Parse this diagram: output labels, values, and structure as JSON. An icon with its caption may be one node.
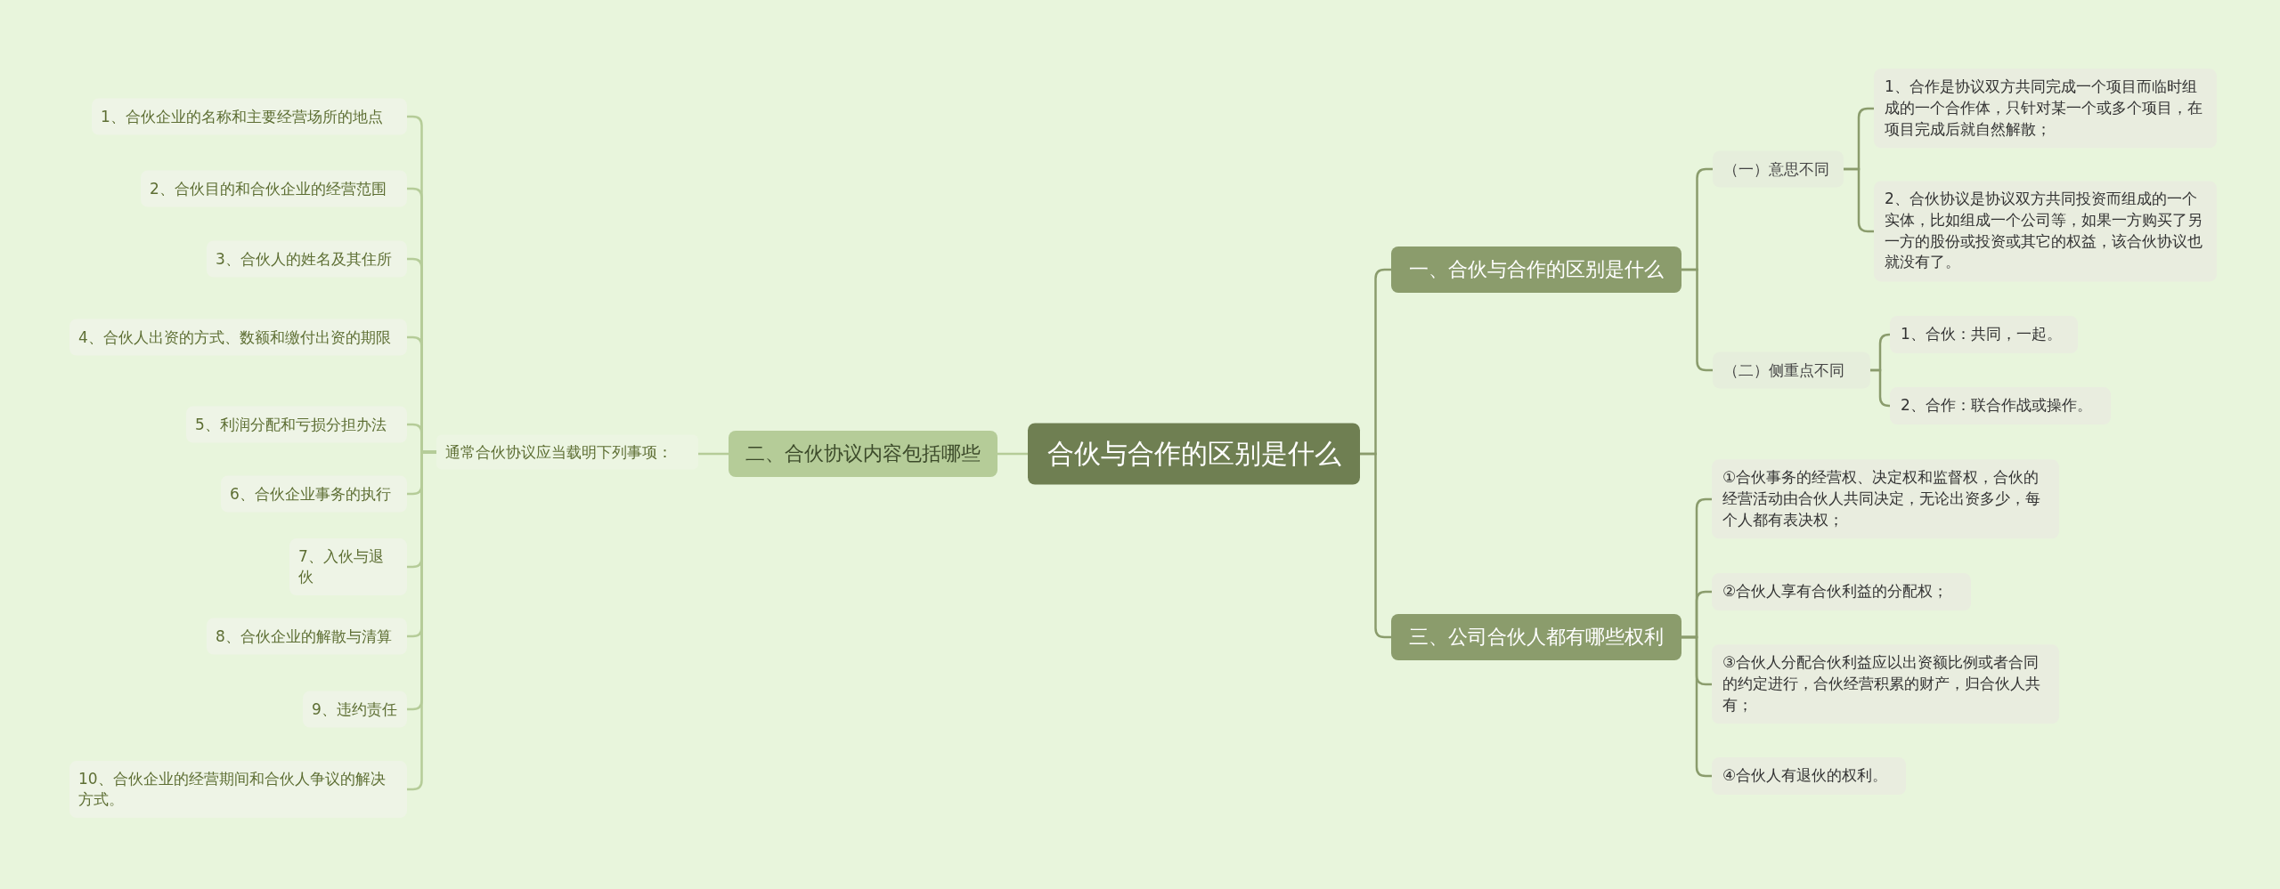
{
  "diagram": {
    "nodes": [
      {
        "text": [
          "合伙与合作的区别是什么"
        ]
      },
      {
        "text": [
          "二、合伙协议内容包括哪些"
        ]
      },
      {
        "text": [
          "通常合伙协议应当载明下列事项："
        ]
      },
      {
        "text": [
          "1、合伙企业的名称和主要经营场所的地点"
        ]
      },
      {
        "text": [
          "2、合伙目的和合伙企业的经营范围"
        ]
      },
      {
        "text": [
          "3、合伙人的姓名及其住所"
        ]
      },
      {
        "text": [
          "4、合伙人出资的方式、数额和缴付出资的期限"
        ]
      },
      {
        "text": [
          "5、利润分配和亏损分担办法"
        ]
      },
      {
        "text": [
          "6、合伙企业事务的执行"
        ]
      },
      {
        "text": [
          "7、入伙与退伙"
        ]
      },
      {
        "text": [
          "8、合伙企业的解散与清算"
        ]
      },
      {
        "text": [
          "9、违约责任"
        ]
      },
      {
        "text": [
          "10、合伙企业的经营期间和合伙人争议的解决方式。"
        ]
      },
      {
        "text": [
          "一、合伙与合作的区别是什么"
        ]
      },
      {
        "text": [
          "（一）意思不同"
        ]
      },
      {
        "text": [
          "1、合作是协议双方共同完成一个项目而临时组成的一个合作体，只针对某一个或多个项目，在项目完成后就自然解散；"
        ]
      },
      {
        "text": [
          "2、合伙协议是协议双方共同投资而组成的一个实体，比如组成一个公司等，如果一方购买了另一方的股份或投资或其它的权益，该合伙协议也就没有了。"
        ]
      },
      {
        "text": [
          "（二）侧重点不同"
        ]
      },
      {
        "text": [
          "1、合伙：共同，一起。"
        ]
      },
      {
        "text": [
          "2、合作：联合作战或操作。"
        ]
      },
      {
        "text": [
          "三、公司合伙人都有哪些权利"
        ]
      },
      {
        "text": [
          "①合伙事务的经营权、决定权和监督权，合伙的经营活动由合伙人共同决定，无论出资多少，每个人都有表决权；"
        ]
      },
      {
        "text": [
          "②合伙人享有合伙利益的分配权；"
        ]
      },
      {
        "text": [
          "③合伙人分配合伙利益应以出资额比例或者合同的约定进行，合伙经营积累的财产，归合伙人共有；"
        ]
      },
      {
        "text": [
          "④合伙人有退伙的权利。"
        ]
      }
    ],
    "edges": [
      {
        "from": 0,
        "to": 1,
        "arrow": "none",
        "color": "#b5cc98"
      },
      {
        "from": 1,
        "to": 2,
        "arrow": "none",
        "color": "#b5cc98"
      },
      {
        "from": 2,
        "to": 3,
        "arrow": "none",
        "color": "#b5cc98"
      },
      {
        "from": 2,
        "to": 4,
        "arrow": "none",
        "color": "#b5cc98"
      },
      {
        "from": 2,
        "to": 5,
        "arrow": "none",
        "color": "#b5cc98"
      },
      {
        "from": 2,
        "to": 6,
        "arrow": "none",
        "color": "#b5cc98"
      },
      {
        "from": 2,
        "to": 7,
        "arrow": "none",
        "color": "#b5cc98"
      },
      {
        "from": 2,
        "to": 8,
        "arrow": "none",
        "color": "#b5cc98"
      },
      {
        "from": 2,
        "to": 9,
        "arrow": "none",
        "color": "#b5cc98"
      },
      {
        "from": 2,
        "to": 10,
        "arrow": "none",
        "color": "#b5cc98"
      },
      {
        "from": 2,
        "to": 11,
        "arrow": "none",
        "color": "#b5cc98"
      },
      {
        "from": 2,
        "to": 12,
        "arrow": "none",
        "color": "#b5cc98"
      },
      {
        "from": 0,
        "to": 13,
        "arrow": "none"
      },
      {
        "from": 13,
        "to": 14,
        "arrow": "none"
      },
      {
        "from": 14,
        "to": 15,
        "arrow": "none"
      },
      {
        "from": 14,
        "to": 16,
        "arrow": "none"
      },
      {
        "from": 13,
        "to": 17,
        "arrow": "none"
      },
      {
        "from": 17,
        "to": 18,
        "arrow": "none"
      },
      {
        "from": 17,
        "to": 19,
        "arrow": "none"
      },
      {
        "from": 0,
        "to": 20,
        "arrow": "none"
      },
      {
        "from": 20,
        "to": 21,
        "arrow": "none"
      },
      {
        "from": 20,
        "to": 22,
        "arrow": "none"
      },
      {
        "from": 20,
        "to": 23,
        "arrow": "none"
      },
      {
        "from": 20,
        "to": 24,
        "arrow": "none"
      }
    ]
  }
}
